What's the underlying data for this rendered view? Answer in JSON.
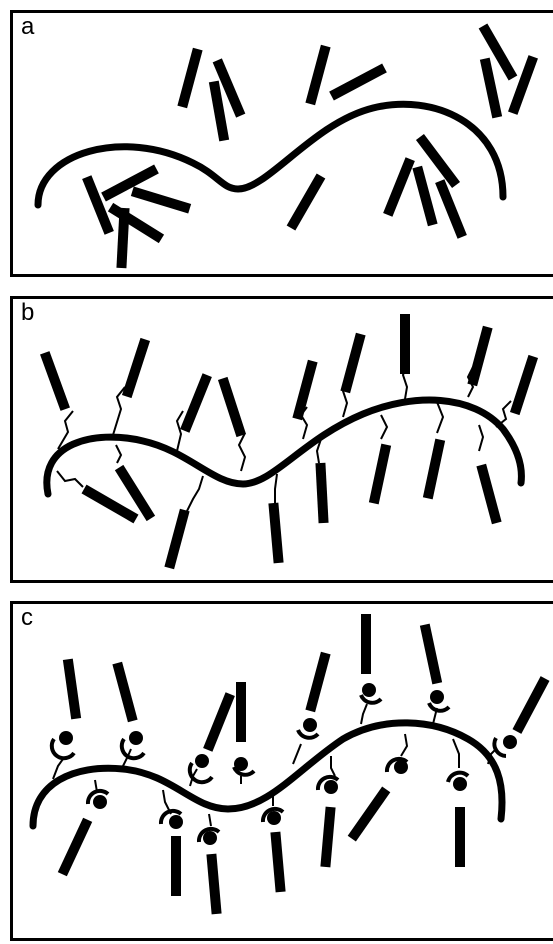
{
  "panels": [
    {
      "label": "a"
    },
    {
      "label": "b"
    },
    {
      "label": "c"
    }
  ],
  "colors": {
    "ink": "#000000",
    "background": "#ffffff"
  }
}
